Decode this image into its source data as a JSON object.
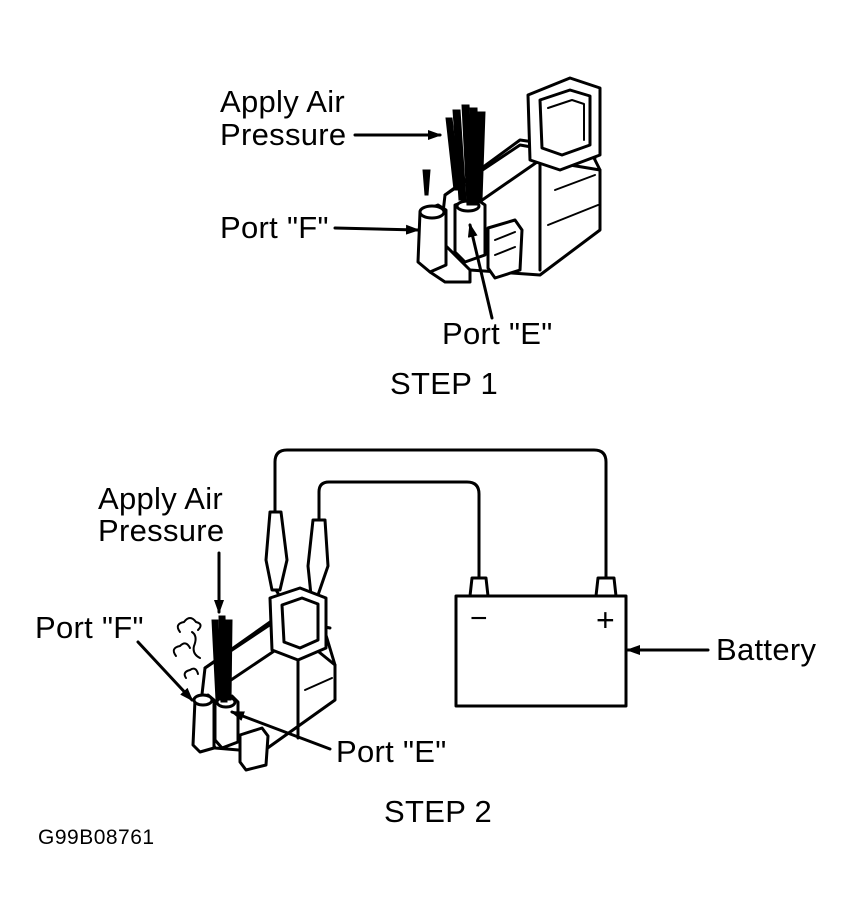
{
  "step1": {
    "apply_line1": "Apply Air",
    "apply_line2": "Pressure",
    "port_f": "Port \"F\"",
    "port_e": "Port \"E\"",
    "caption": "STEP 1"
  },
  "step2": {
    "apply_line1": "Apply Air",
    "apply_line2": "Pressure",
    "port_f": "Port \"F\"",
    "port_e": "Port \"E\"",
    "battery": "Battery",
    "minus": "−",
    "plus": "+",
    "caption": "STEP 2"
  },
  "figure_code": "G99B08761"
}
